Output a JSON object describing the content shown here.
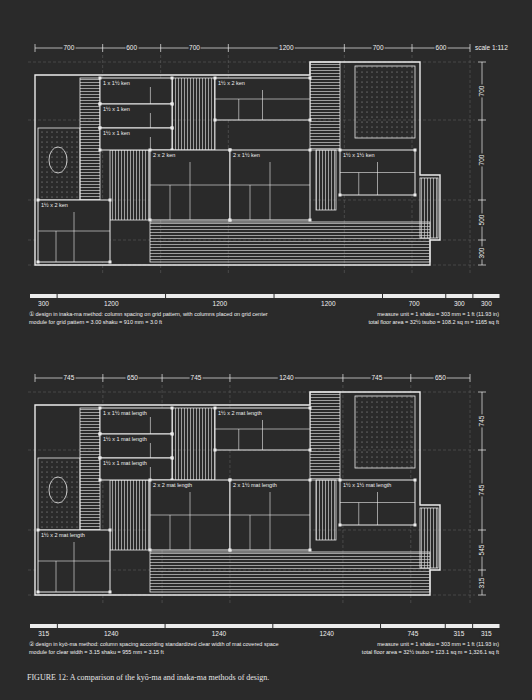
{
  "diagram": {
    "caption": "FIGURE 12: A comparison of the kyō-ma and inaka-ma methods of design.",
    "labels": [
      "700",
      "600",
      "700",
      "1200",
      "700",
      "600",
      "scale 1:112",
      "700",
      "700",
      "500",
      "300",
      "1 x 1½ ken",
      "1½ x 2 ken",
      "1½ x 1 ken",
      "1½ x 1 ken",
      "2 x 2 ken",
      "2 x 1½ ken",
      "1½ x 1½ ken",
      "1½ x 2 ken",
      "300",
      "1200",
      "1200",
      "1200",
      "700",
      "300",
      "300",
      "① design in inaka-ma method: column spacing on grid pattern, with columns placed on grid center",
      "module for grid pattern = 3.00 shaku = 910 mm = 3.0 ft",
      "measure unit = 1 shaku = 303 mm = 1 ft (11.93 in)",
      "total floor area = 32½ tsubo = 108.2 sq m = 1165 sq ft",
      "745",
      "650",
      "745",
      "1240",
      "745",
      "650",
      "745",
      "745",
      "545",
      "315",
      "1 x 1½ mat length",
      "1½ x 2 mat length",
      "1½ x 1 mat length",
      "1½ x 1 mat length",
      "2 x 2 mat length",
      "2 x 1½ mat length",
      "1½ x 1½ mat length",
      "1½ x 2 mat length",
      "315",
      "1240",
      "1240",
      "1240",
      "745",
      "315",
      "315",
      "② design in kyō-ma method: column spacing according standardized clear width of mat covered space",
      "module for clear width = 3.15 shaku = 955 mm = 3.15 ft",
      "measure unit = 1 shaku = 303 mm = 1 ft (11.93 in)",
      "total floor area = 32½ tsubo = 123.1 sq m = 1,326.1 sq ft"
    ]
  }
}
